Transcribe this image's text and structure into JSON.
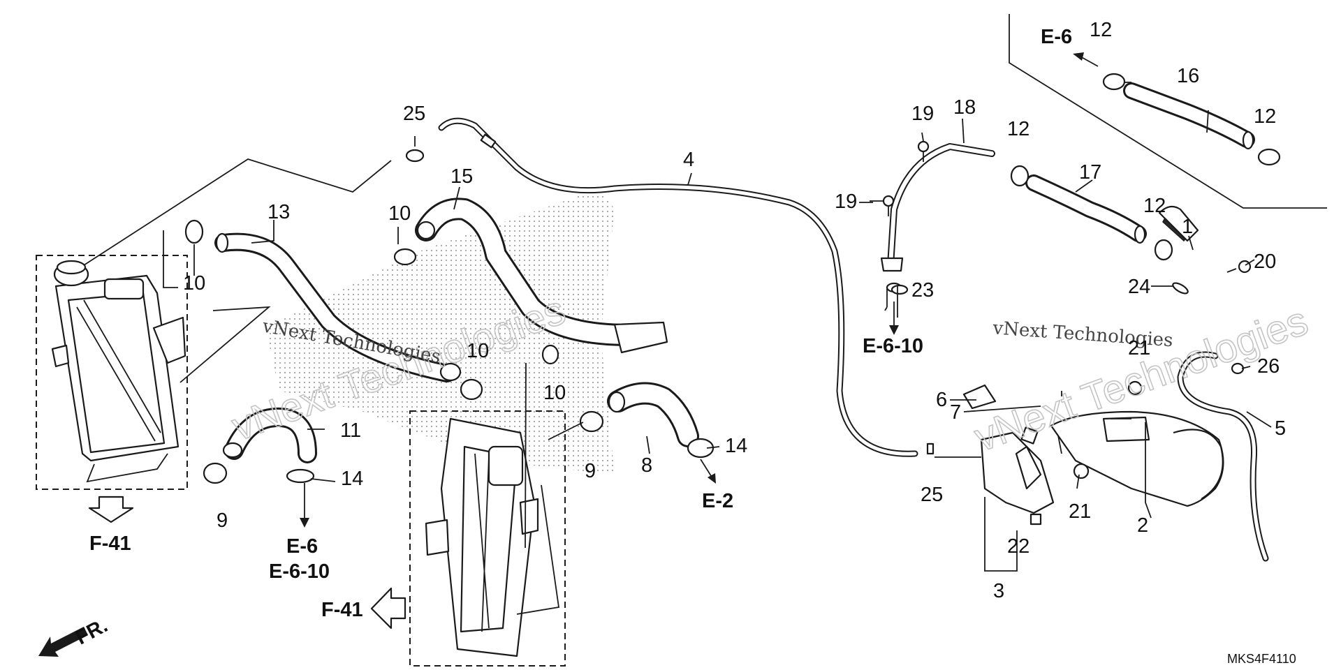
{
  "diagram": {
    "callouts": [
      "1",
      "2",
      "3",
      "4",
      "5",
      "6",
      "7",
      "8",
      "9",
      "9",
      "10",
      "10",
      "10",
      "10",
      "11",
      "12",
      "12",
      "12",
      "12",
      "13",
      "14",
      "14",
      "15",
      "16",
      "17",
      "18",
      "19",
      "19",
      "20",
      "21",
      "21",
      "22",
      "23",
      "24",
      "25",
      "25",
      "26"
    ],
    "refs": [
      "E-6",
      "E-6-10",
      "E-2",
      "E-6",
      "E-6-10",
      "F-41",
      "F-41"
    ],
    "direction": "FR.",
    "watermark_big": "vNext Technologies",
    "watermark_small": "vNext Technologies",
    "drawing_code": "MKS4F4110"
  },
  "colors": {
    "line": "#1a1a1a",
    "background": "#ffffff",
    "watermark": "#c4c4c4"
  }
}
